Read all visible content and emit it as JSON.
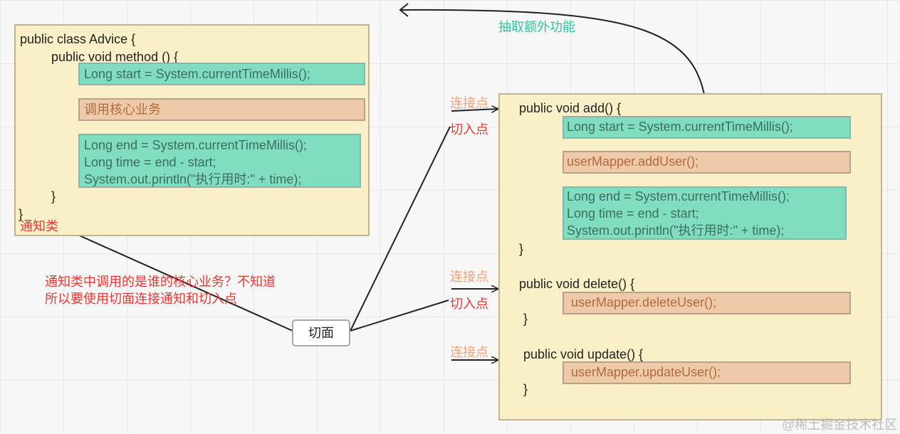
{
  "advice": {
    "class_decl": "public class Advice {",
    "method_decl": "public void method () {",
    "start_line": "Long start = System.currentTimeMillis();",
    "core_call": "调用核心业务",
    "end_line": "Long end = System.currentTimeMillis();",
    "time_line": "Long time = end - start;",
    "print_line": "System.out.println(\"执行用时:\" + time);",
    "method_close": "}",
    "class_close": "}"
  },
  "labels": {
    "advice_class": "通知类",
    "question_line1": "通知类中调用的是谁的核心业务？不知道",
    "question_line2": "所以要使用切面连接通知和切入点",
    "aspect": "切面",
    "extract": "抽取额外功能",
    "joinpoint": "连接点",
    "pointcut": "切入点",
    "watermark": "@稀土掘金技术社区"
  },
  "target": {
    "add_decl": "public void add() {",
    "add_start": "Long start = System.currentTimeMillis();",
    "add_core": "userMapper.addUser();",
    "add_end": "Long end = System.currentTimeMillis();",
    "add_time": "Long time = end - start;",
    "add_print": "System.out.println(\"执行用时:\" + time);",
    "add_close": "}",
    "delete_decl": "public void delete() {",
    "delete_core": "userMapper.deleteUser();",
    "delete_close": "}",
    "update_decl": "public void update() {",
    "update_core": "userMapper.updateUser();",
    "update_close": "}"
  },
  "colors": {
    "panel": "#faf0c8",
    "green_box": "#80ddbf",
    "orange_box": "#efcaa8",
    "red_text": "#e53935",
    "peach_text": "#f2a47a",
    "teal_text": "#2fc5a0"
  }
}
